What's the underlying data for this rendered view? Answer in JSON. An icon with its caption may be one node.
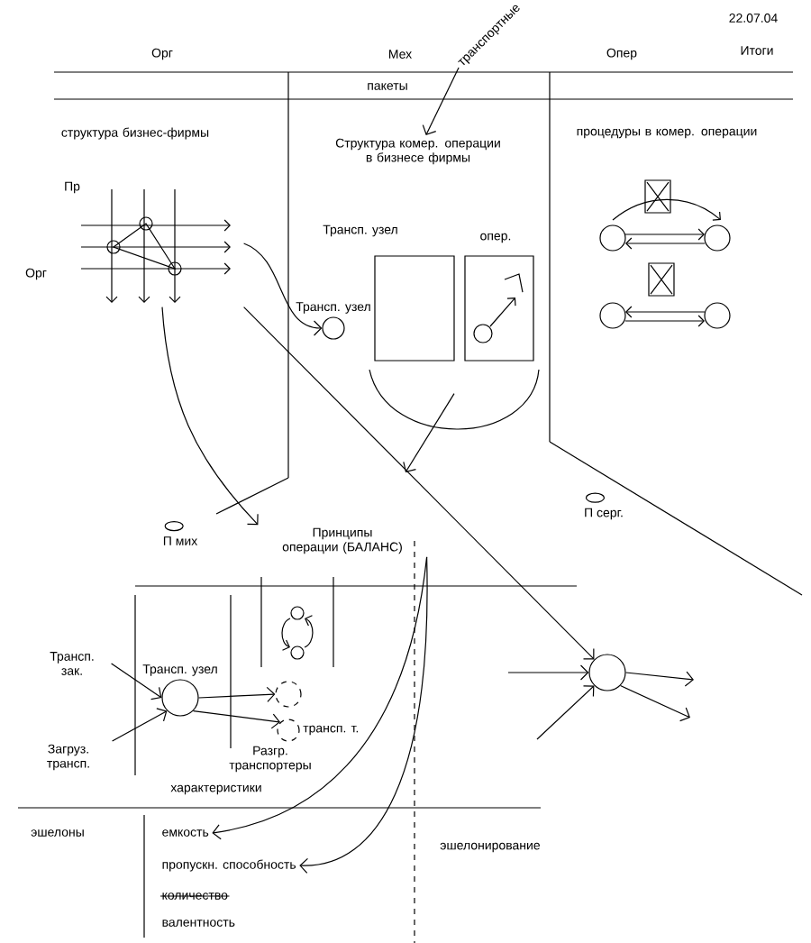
{
  "diagram": {
    "nodes": [
      {
        "text": [
          "транспортные"
        ]
      },
      {
        "text": [
          "Структура комер. операции в бизнесе фирмы"
        ]
      },
      {
        "text": [
          "структура бизнес-фирмы"
        ]
      },
      {
        "text": [
          "процедуры в комер. операции"
        ]
      },
      {
        "text": [],
        "shape": "picture"
      },
      {
        "text": [],
        "shape": "picture"
      },
      {
        "text": [],
        "shape": "picture"
      },
      {
        "text": [
          "Трансп. узел"
        ]
      },
      {
        "text": [
          "Принципы операции (БАЛАНС)"
        ]
      },
      {
        "text": [
          "Трансп. зак."
        ]
      },
      {
        "text": [
          "Загруз. трансп."
        ]
      },
      {
        "text": [
          "Трансп. узел"
        ]
      },
      {
        "text": [],
        "shape": "circle"
      },
      {
        "text": [
          "трансп. т."
        ]
      },
      {
        "text": [
          "Разгр. транспортеры"
        ]
      },
      {
        "text": [
          "емкость"
        ]
      },
      {
        "text": [
          "пропускн. способность"
        ]
      },
      {
        "text": [],
        "shape": "circle"
      }
    ],
    "edges": [
      {
        "from": 0,
        "to": 1,
        "arrow": "to"
      },
      {
        "from": 4,
        "to": 7,
        "arrow": "to"
      },
      {
        "from": 4,
        "to": 8,
        "arrow": "to"
      },
      {
        "from": 4,
        "to": 17,
        "arrow": "to"
      },
      {
        "from": 5,
        "to": null,
        "arrow": "to"
      },
      {
        "from": 9,
        "to": 11,
        "arrow": "to"
      },
      {
        "from": 10,
        "to": 11,
        "arrow": "to"
      },
      {
        "from": 11,
        "to": 12,
        "arrow": "to"
      },
      {
        "from": 11,
        "to": 13,
        "arrow": "to"
      },
      {
        "from": 8,
        "to": 15,
        "arrow": "to"
      },
      {
        "from": 8,
        "to": 16,
        "arrow": "to"
      },
      {
        "from": null,
        "to": 17,
        "arrow": "to"
      },
      {
        "from": null,
        "to": 17,
        "arrow": "to"
      },
      {
        "from": 17,
        "to": null,
        "arrow": "to"
      },
      {
        "from": 17,
        "to": null,
        "arrow": "to"
      }
    ],
    "labels": [
      "22.07.04",
      "Итоги",
      "Орг",
      "Мех",
      "Опер",
      "пакеты",
      "Пр",
      "Орг",
      "Трансп. узел",
      "опер.",
      "Π мих",
      "Π серг.",
      "характеристики",
      "эшелоны",
      "количество",
      "валентность",
      "эшелонирование"
    ]
  }
}
